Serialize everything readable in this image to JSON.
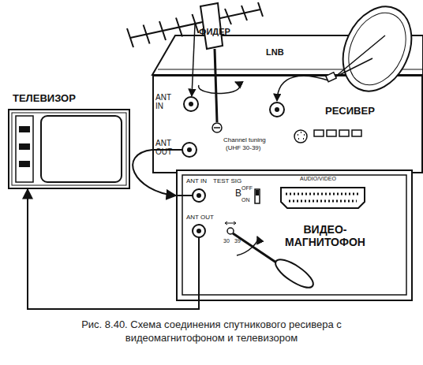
{
  "diagram": {
    "caption": "Рис. 8.40. Схема соединения спутникового ресивера с видеомагнитофоном и телевизором",
    "nodes": [
      {
        "text": [
          "РЕСИВЕР"
        ]
      },
      {
        "text": [
          "ВИДЕО- МАГНИТОФОН"
        ]
      },
      {
        "text": [
          "ТЕЛЕВИЗОР"
        ]
      }
    ],
    "edges": [
      {
        "from": 0,
        "to": 1,
        "arrow": "to"
      },
      {
        "from": 1,
        "to": 2,
        "arrow": "to"
      }
    ],
    "labels": [
      "ФИДЕР",
      "LNB",
      "ANT IN",
      "ANT OUT",
      "Channel tuning",
      "(UHF 30-39)",
      "ANT IN",
      "TEST SIG",
      "B",
      "OFF",
      "ON",
      "ANT OUT",
      "30",
      "39",
      "AUDIO/VIDEO"
    ]
  }
}
